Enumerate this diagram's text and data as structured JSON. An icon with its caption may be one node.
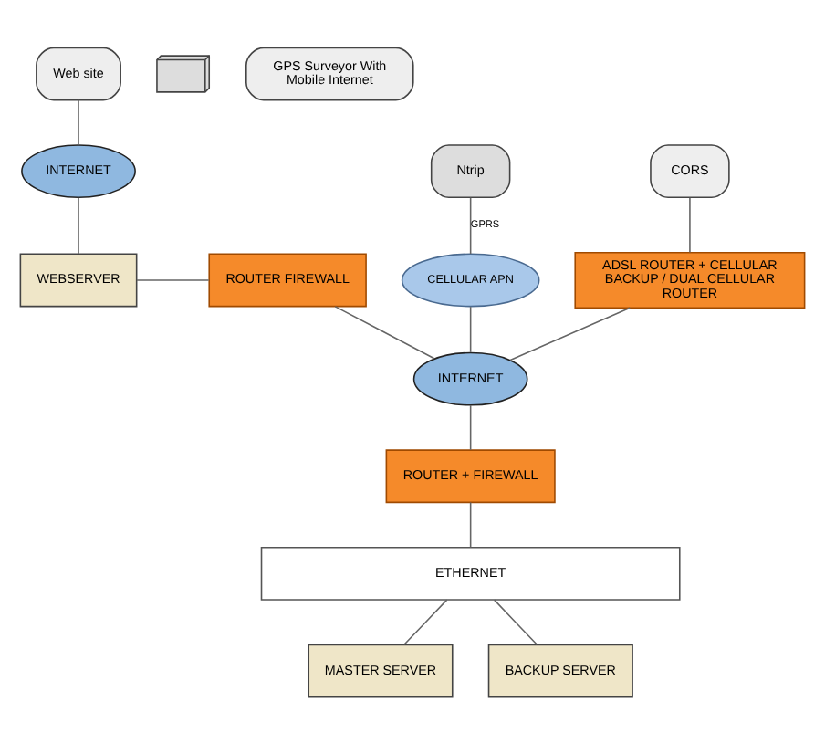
{
  "diagram": {
    "nodes": [
      {
        "text": [
          "Web site"
        ]
      },
      {
        "text": [],
        "shape": "laptop"
      },
      {
        "text": [
          "INTERNET"
        ]
      },
      {
        "text": [
          "WEBSERVER"
        ]
      },
      {
        "text": [
          "ROUTER FIREWALL"
        ]
      },
      {
        "text": [
          "INTERNET"
        ]
      },
      {
        "text": [
          "CELLULAR APN"
        ]
      },
      {
        "text": [
          "GPS Surveyor With Mobile Internet"
        ]
      },
      {
        "text": [
          "Ntrip"
        ]
      },
      {
        "text": [
          "CORS"
        ]
      },
      {
        "text": [
          "ADSL ROUTER + CELLULAR BACKUP / DUAL CELLULAR ROUTER"
        ]
      },
      {
        "text": [
          "ROUTER + FIREWALL"
        ]
      },
      {
        "text": [
          "ETHERNET"
        ]
      },
      {
        "text": [
          "MASTER SERVER"
        ]
      },
      {
        "text": [
          "BACKUP SERVER"
        ]
      }
    ],
    "edges": [
      {
        "from": 0,
        "to": 2,
        "arrow": "none"
      },
      {
        "from": 2,
        "to": 3,
        "arrow": "none"
      },
      {
        "from": 3,
        "to": 4,
        "arrow": "none"
      },
      {
        "from": 4,
        "to": 5,
        "arrow": "none"
      },
      {
        "from": 8,
        "to": 6,
        "arrow": "none",
        "label": "GPRS"
      },
      {
        "from": 6,
        "to": 5,
        "arrow": "none"
      },
      {
        "from": 9,
        "to": 10,
        "arrow": "none"
      },
      {
        "from": 10,
        "to": 5,
        "arrow": "none"
      },
      {
        "from": 5,
        "to": 11,
        "arrow": "none"
      },
      {
        "from": 11,
        "to": 12,
        "arrow": "none"
      },
      {
        "from": 12,
        "to": 13,
        "arrow": "none"
      },
      {
        "from": 12,
        "to": 14,
        "arrow": "none"
      }
    ]
  }
}
